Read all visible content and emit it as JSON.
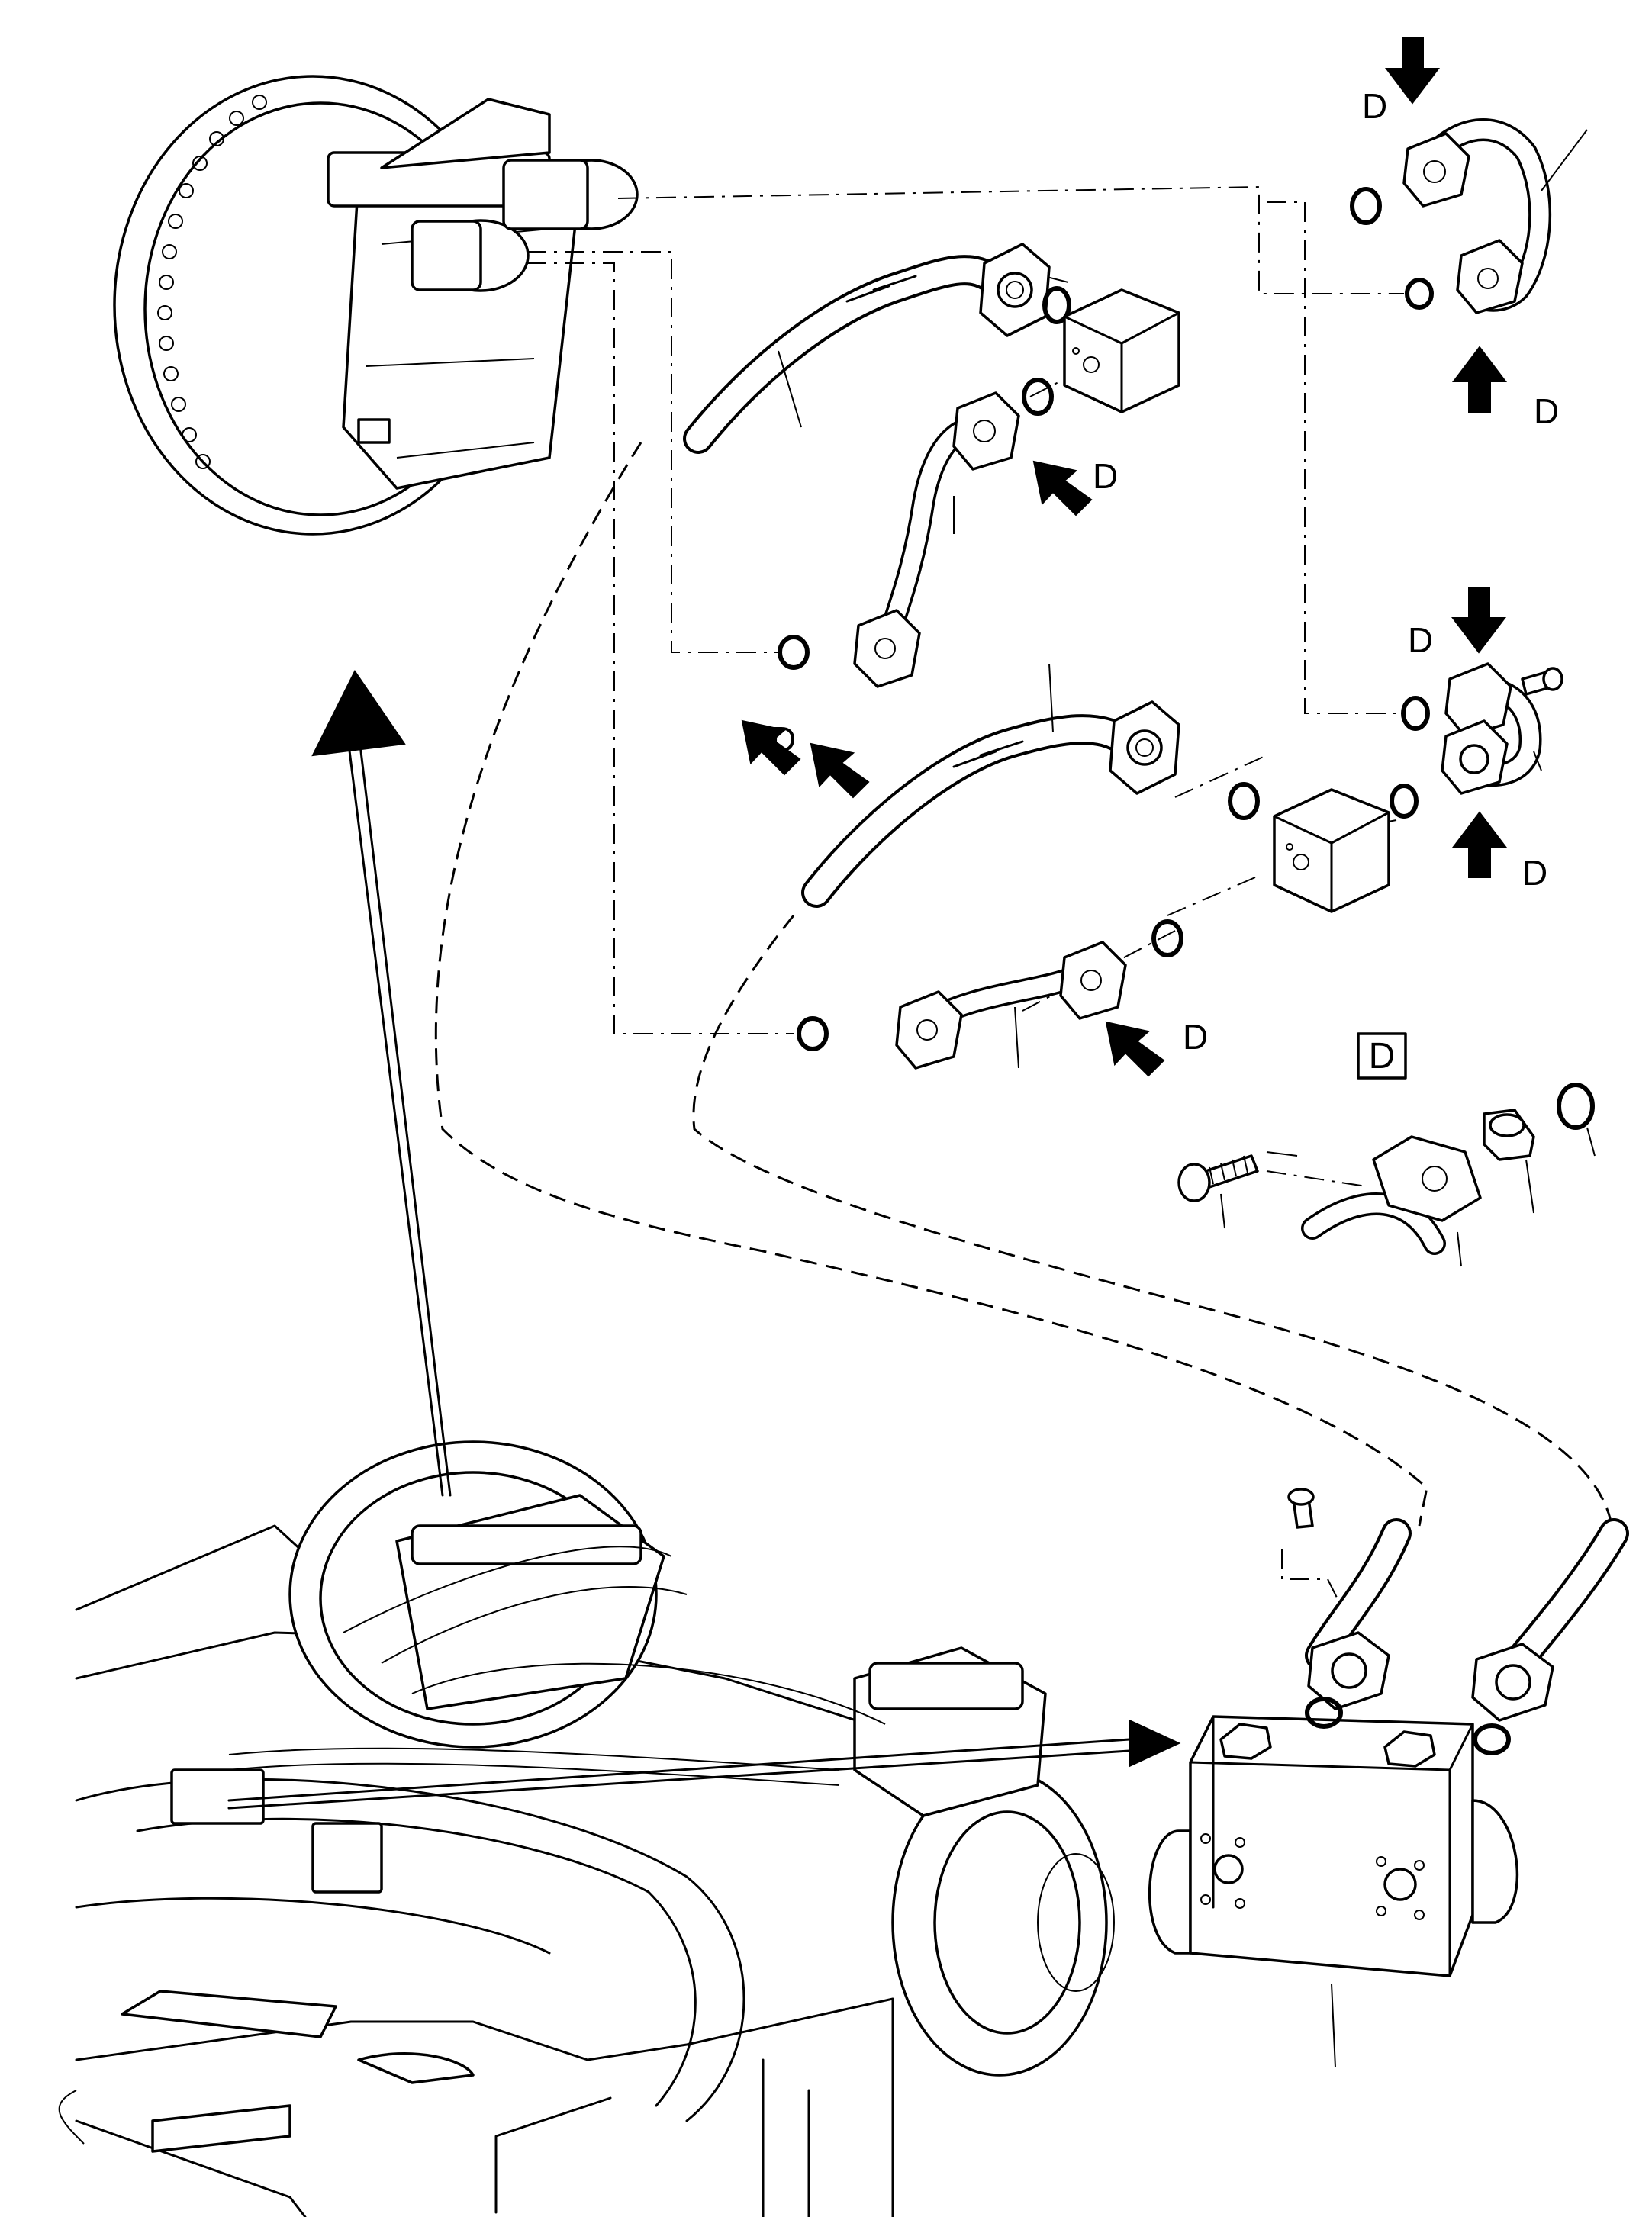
{
  "labels": {
    "d1": "D",
    "d2": "D",
    "d3": "D",
    "d4": "D",
    "d5": "D",
    "d6": "D",
    "d7": "D",
    "d8": "D",
    "d9": "D"
  },
  "legend": {
    "detail_label": "D"
  },
  "icons": [
    "flow-arrow-icon",
    "o-ring-icon",
    "flange-icon",
    "bolt-icon"
  ]
}
